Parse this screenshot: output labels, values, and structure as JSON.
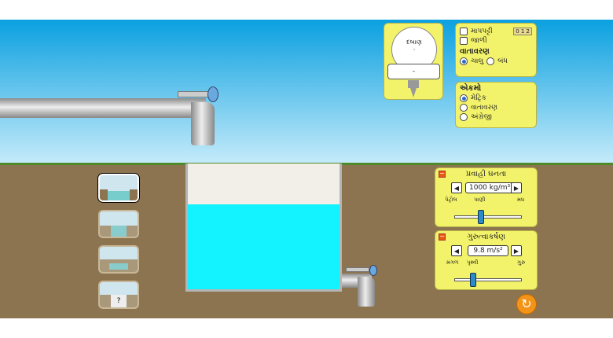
{
  "gauge": {
    "label": "દબાણ",
    "readout": "-"
  },
  "options": {
    "ruler_label": "માપપટ્ટી",
    "ruler_icon_text": "0 1 2",
    "grid_label": "જાળી",
    "atmosphere_header": "વાતાવરણ",
    "atm_on": "ચાલુ",
    "atm_off": "બંધ"
  },
  "units": {
    "header": "એકમો",
    "metric": "મેટ્રિક",
    "atmospheres": "વાતાવરણ",
    "english": "અંગ્રેજી",
    "selected": "metric"
  },
  "density": {
    "title": "પ્રવાહી ઘનતા",
    "value": "1000 kg/m³",
    "min_label": "પેટ્રોલ",
    "mid_label": "પાણી",
    "max_label": "મધ",
    "level": 0.36
  },
  "gravity": {
    "title": "ગુરુત્વાકર્ષણ",
    "value": "9.8 m/s²",
    "min_label": "મંગળ",
    "mid_label": "પૃથ્વી",
    "max_label": "ગુરુ",
    "level": 0.3
  },
  "scenes": {
    "mystery_mark": "?"
  },
  "colors": {
    "water": "#12f2ff",
    "panel": "#f3f36b",
    "ground": "#8d7450"
  }
}
